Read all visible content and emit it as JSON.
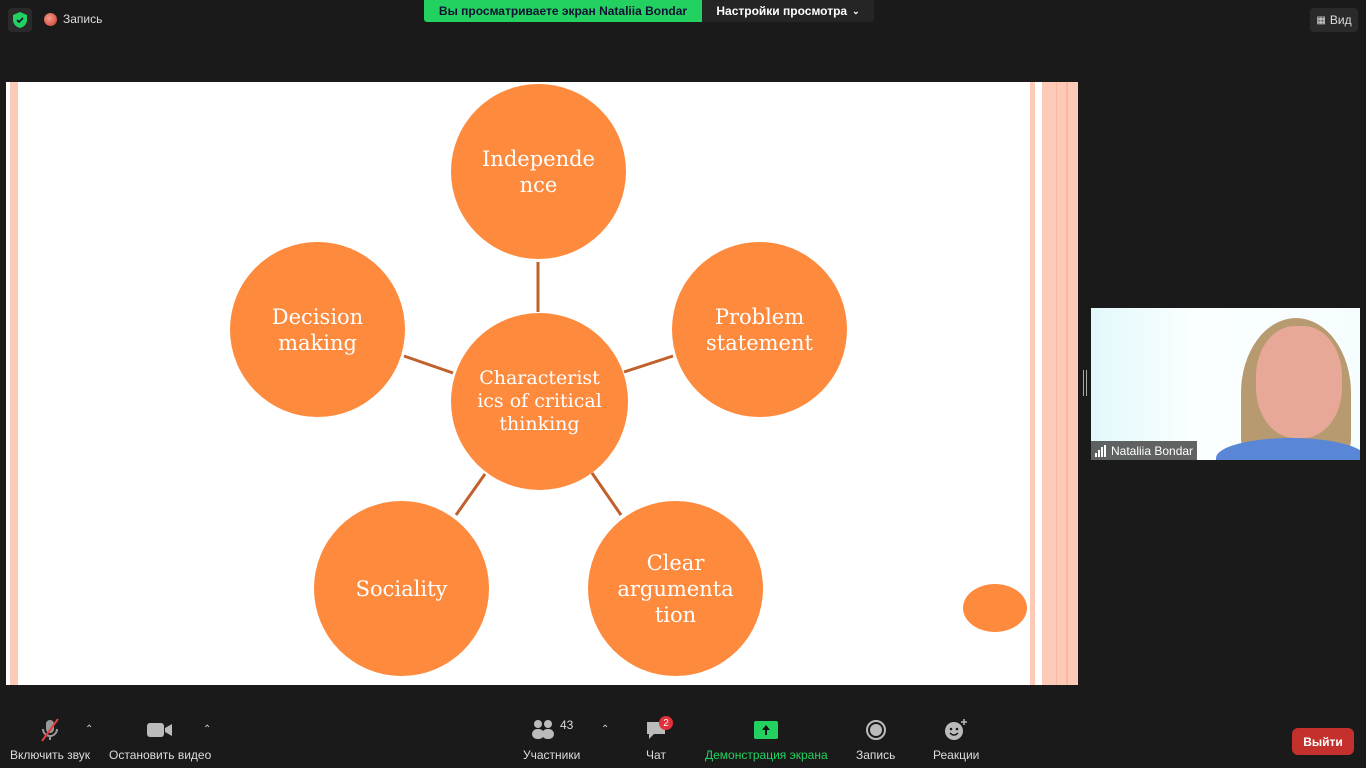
{
  "topbar": {
    "record_label": "Запись",
    "banner": "Вы просматриваете экран Nataliia Bondar",
    "view_settings": "Настройки просмотра",
    "view_label": "Вид"
  },
  "slide": {
    "center": [
      "Characterist",
      "ics of critical",
      "thinking"
    ],
    "nodes": {
      "independence": [
        "Independe",
        "nce"
      ],
      "problem": [
        "Problem",
        "statement"
      ],
      "decision": [
        "Decision",
        "making"
      ],
      "sociality": [
        "Sociality"
      ],
      "argumentation": [
        "Clear",
        "argumenta",
        "tion"
      ]
    }
  },
  "participant": {
    "name": "Nataliia Bondar"
  },
  "toolbar": {
    "unmute": "Включить звук",
    "stop_video": "Остановить видео",
    "participants": "Участники",
    "participants_count": "43",
    "chat": "Чат",
    "chat_badge": "2",
    "share": "Демонстрация экрана",
    "record": "Запись",
    "reactions": "Реакции",
    "leave": "Выйти"
  },
  "colors": {
    "accent": "#23d160",
    "node": "#fd8a3d",
    "leave": "#c4302b"
  }
}
